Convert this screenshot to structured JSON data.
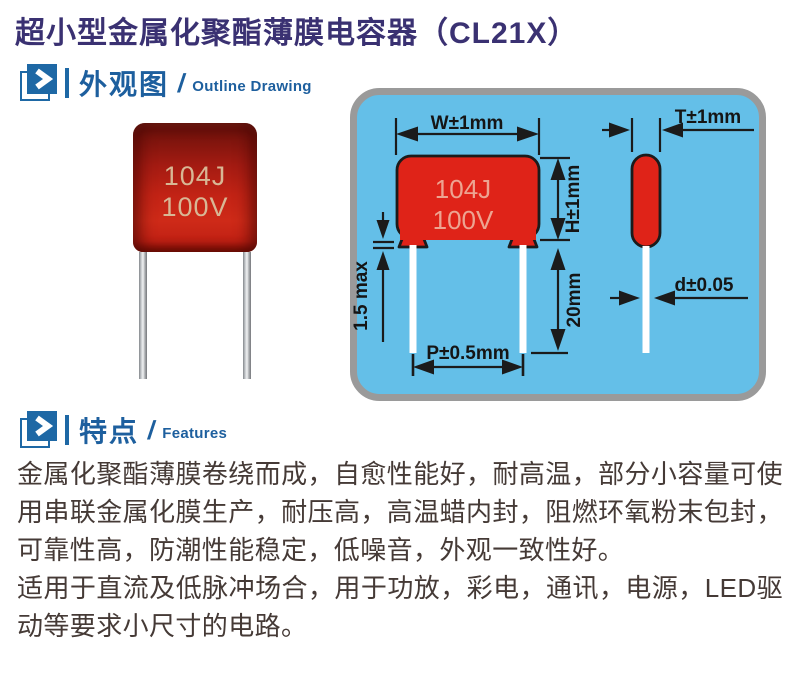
{
  "page": {
    "title": "超小型金属化聚酯薄膜电容器（CL21X）"
  },
  "sections": {
    "outline": {
      "zh": "外观图",
      "slash": "/",
      "en": "Outline Drawing"
    },
    "features": {
      "zh": "特点",
      "slash": "/",
      "en": "Features"
    }
  },
  "photo": {
    "marking_line1": "104J",
    "marking_line2": "100V"
  },
  "drawing": {
    "marking_line1": "104J",
    "marking_line2": "100V",
    "dims": {
      "width": "W±1mm",
      "height": "H±1mm",
      "thickness": "T±1mm",
      "lead_length": "20mm",
      "kink": "1.5 max",
      "pitch": "P±0.5mm",
      "lead_diameter": "d±0.05"
    }
  },
  "features_text": {
    "p1": "金属化聚酯薄膜卷绕而成，自愈性能好，耐高温，部分小容量可使用串联金属化膜生产，耐压高，高温蜡内封，阻燃环氧粉末包封，可靠性高，防潮性能稳定，低噪音，外观一致性好。",
    "p2": "适用于直流及低脉冲场合，用于功放，彩电，通讯，电源，LED驱动等要求小尺寸的电路。"
  },
  "colors": {
    "accent_blue": "#1d5f9e",
    "title_navy": "#3a3172",
    "panel_blue": "#64bfe8",
    "panel_border": "#9a9a9a",
    "capacitor_red": "#df2318",
    "body_text": "#453a36"
  }
}
